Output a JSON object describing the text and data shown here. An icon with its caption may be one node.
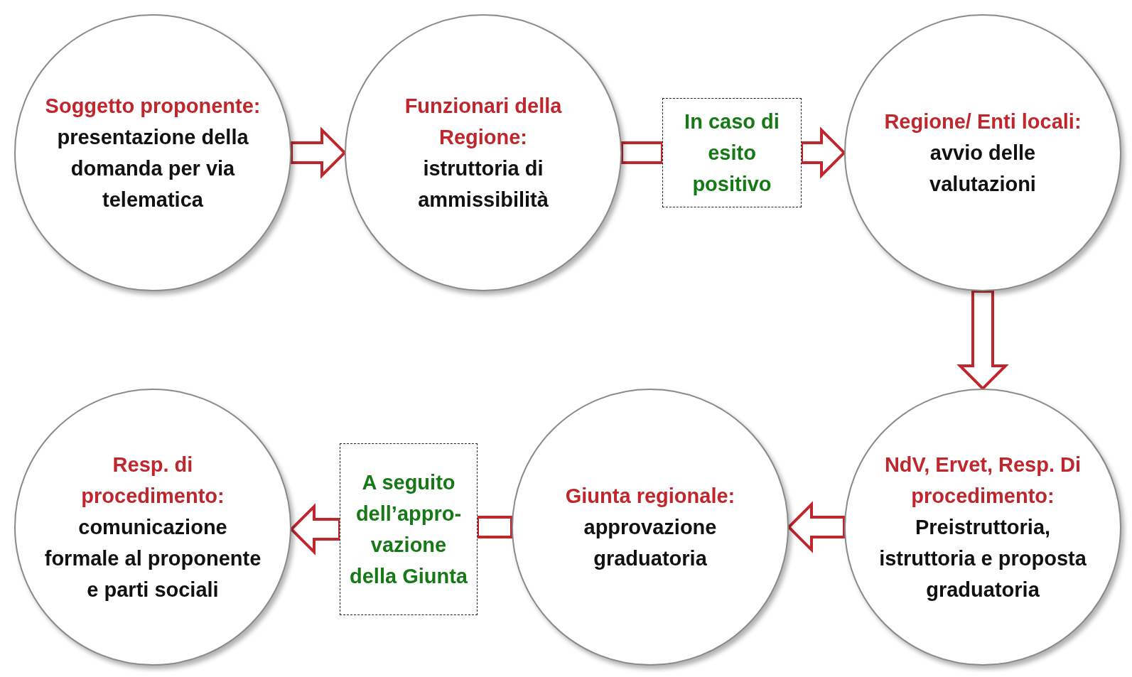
{
  "diagram": {
    "nodes": [
      {
        "text": [
          "Soggetto proponente:",
          "presentazione della domanda per via telematica"
        ]
      },
      {
        "text": [
          "Funzionari della Regione:",
          "istruttoria di ammissibilità"
        ]
      },
      {
        "text": [
          "In caso di esito positivo"
        ]
      },
      {
        "text": [
          "Regione/ Enti locali:",
          "avvio delle valutazioni"
        ]
      },
      {
        "text": [
          "Resp. di procedimento:",
          "comunicazione formale al proponente e parti sociali"
        ]
      },
      {
        "text": [
          "A seguito dell’appro- vazione della Giunta"
        ]
      },
      {
        "text": [
          "Giunta regionale:",
          "approvazione graduatoria"
        ]
      },
      {
        "text": [
          "NdV, Ervet, Resp. Di procedimento:",
          "Preistruttoria, istruttoria e proposta graduatoria"
        ]
      }
    ],
    "edges": [
      {
        "from": 0,
        "to": 1,
        "arrow": "to"
      },
      {
        "from": 1,
        "to": 2,
        "arrow": "none"
      },
      {
        "from": 2,
        "to": 3,
        "arrow": "to"
      },
      {
        "from": 3,
        "to": 7,
        "arrow": "to"
      },
      {
        "from": 7,
        "to": 6,
        "arrow": "to"
      },
      {
        "from": 6,
        "to": 5,
        "arrow": "none"
      },
      {
        "from": 5,
        "to": 4,
        "arrow": "to"
      }
    ]
  }
}
